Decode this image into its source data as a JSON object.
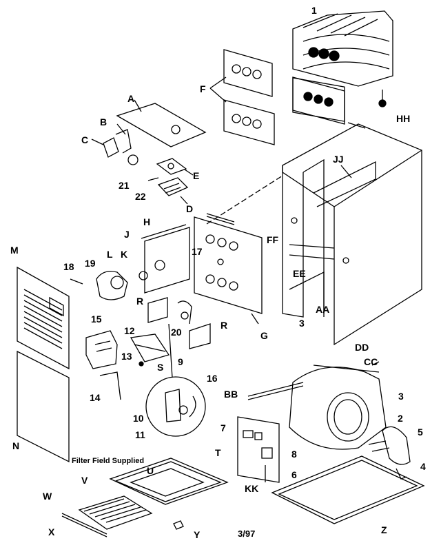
{
  "labels": {
    "l1": "1",
    "F": "F",
    "HH": "HH",
    "A": "A",
    "B": "B",
    "C": "C",
    "E": "E",
    "n21": "21",
    "n22": "22",
    "D": "D",
    "JJ": "JJ",
    "H": "H",
    "J": "J",
    "FF": "FF",
    "M": "M",
    "n18": "18",
    "n19": "19",
    "L": "L",
    "K": "K",
    "n17": "17",
    "EE": "EE",
    "R1": "R",
    "AA": "AA",
    "n3a": "3",
    "n15": "15",
    "n12": "12",
    "n20": "20",
    "R2": "R",
    "G": "G",
    "n13": "13",
    "S": "S",
    "n9": "9",
    "n16": "16",
    "DD": "DD",
    "CC": "CC",
    "n14": "14",
    "BB": "BB",
    "n3b": "3",
    "n2": "2",
    "n10": "10",
    "n11": "11",
    "n7": "7",
    "n5": "5",
    "N": "N",
    "T": "T",
    "n8": "8",
    "n4": "4",
    "U": "U",
    "n6": "6",
    "KK": "KK",
    "V": "V",
    "W": "W",
    "X": "X",
    "Y": "Y",
    "Z": "Z"
  },
  "note": "Filter Field Supplied",
  "footer": "3/97"
}
